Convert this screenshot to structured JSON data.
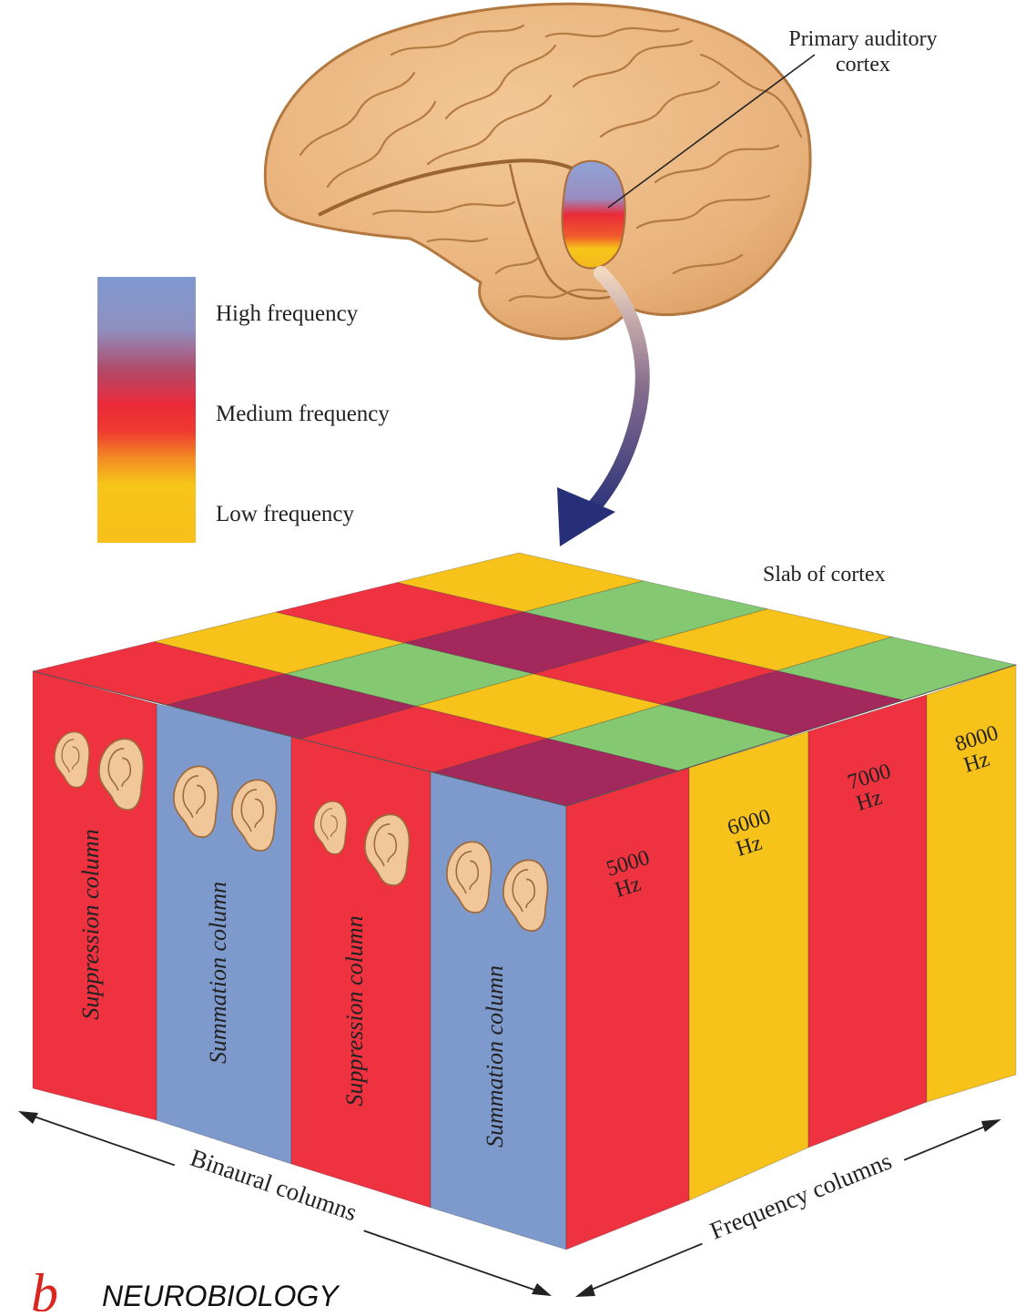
{
  "brain": {
    "callout_line1": "Primary auditory",
    "callout_line2": "cortex"
  },
  "legend": {
    "high": "High frequency",
    "medium": "Medium frequency",
    "low": "Low frequency",
    "gradient_colors": [
      "#7f9ad0",
      "#8f86b0",
      "#b24a6a",
      "#ea2a3a",
      "#ee3a30",
      "#f28a24",
      "#f7c41a",
      "#f8c01a"
    ]
  },
  "slab": {
    "label": "Slab of cortex",
    "left_columns": [
      {
        "label": "Suppression column",
        "color": "#ee3240"
      },
      {
        "label": "Summation column",
        "color": "#7e99cc"
      },
      {
        "label": "Suppression column",
        "color": "#ee3240"
      },
      {
        "label": "Summation column",
        "color": "#7e99cc"
      }
    ],
    "right_columns": [
      {
        "hz": "5000",
        "unit": "Hz",
        "color": "#ee3240"
      },
      {
        "hz": "6000",
        "unit": "Hz",
        "color": "#f7c31b"
      },
      {
        "hz": "7000",
        "unit": "Hz",
        "color": "#ee3240"
      },
      {
        "hz": "8000",
        "unit": "Hz",
        "color": "#f7c31b"
      }
    ],
    "top_colors": {
      "red": "#ee3240",
      "yellow": "#f7c31b",
      "green": "#84c872",
      "purple": "#a3285b"
    }
  },
  "axes": {
    "binaural": "Binaural columns",
    "frequency": "Frequency columns"
  },
  "logo": {
    "letter": "b",
    "text": "NEUROBIOLOGY"
  },
  "icons": [
    "brain-illustration",
    "ear-icon",
    "curved-arrow-icon"
  ]
}
